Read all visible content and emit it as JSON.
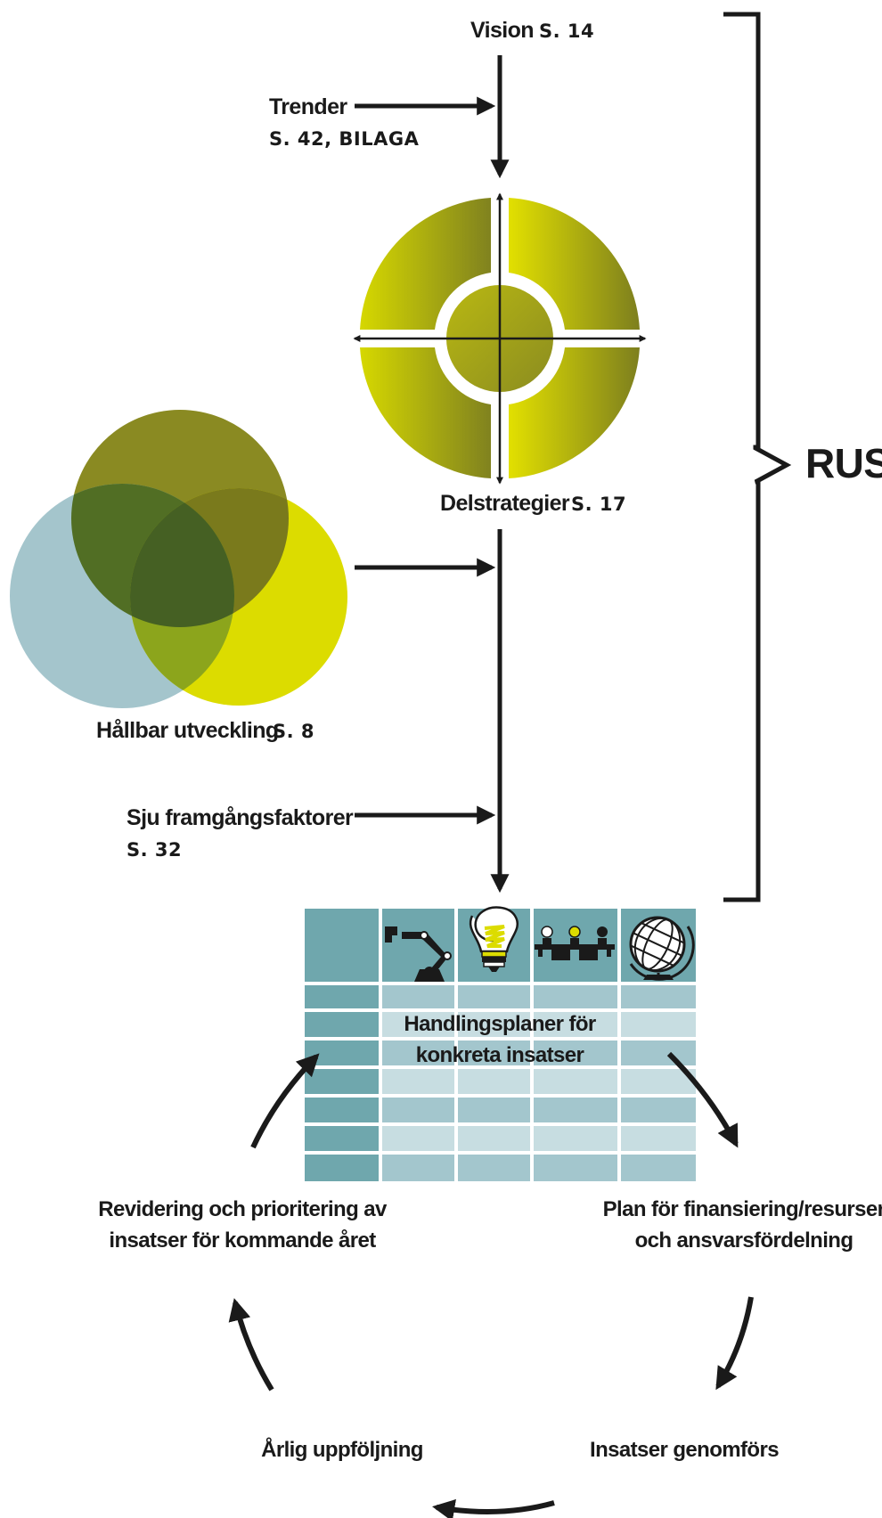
{
  "labels": {
    "vision": "Vision",
    "vision_page": "S. 14",
    "trender": "Trender",
    "trender_page": "S. 42, BILAGA",
    "delstrategier": "Delstrategier",
    "delstrategier_page": "S. 17",
    "hallbar": "Hållbar utveckling",
    "hallbar_page": "S. 8",
    "sju": "Sju framgångsfaktorer",
    "sju_page": "S. 32",
    "rus": "RUS"
  },
  "table": {
    "caption_line1": "Handlingsplaner för",
    "caption_line2": "konkreta insatser",
    "icons": [
      "robot-arm-icon",
      "lightbulb-icon",
      "people-icon",
      "globe-icon"
    ]
  },
  "cycle": {
    "revidering_line1": "Revidering och prioritering av",
    "revidering_line2": "insatser för kommande året",
    "plan_line1": "Plan för finansiering/resurser",
    "plan_line2": "och ansvarsfördelning",
    "arlig": "Årlig uppföljning",
    "insatser": "Insatser genomförs"
  },
  "colors": {
    "olive": "#8a8a20",
    "yellow": "#dede00",
    "blue_grey": "#a4c5cc",
    "teal": "#6fa7ad",
    "dark": "#1a1a1a"
  }
}
